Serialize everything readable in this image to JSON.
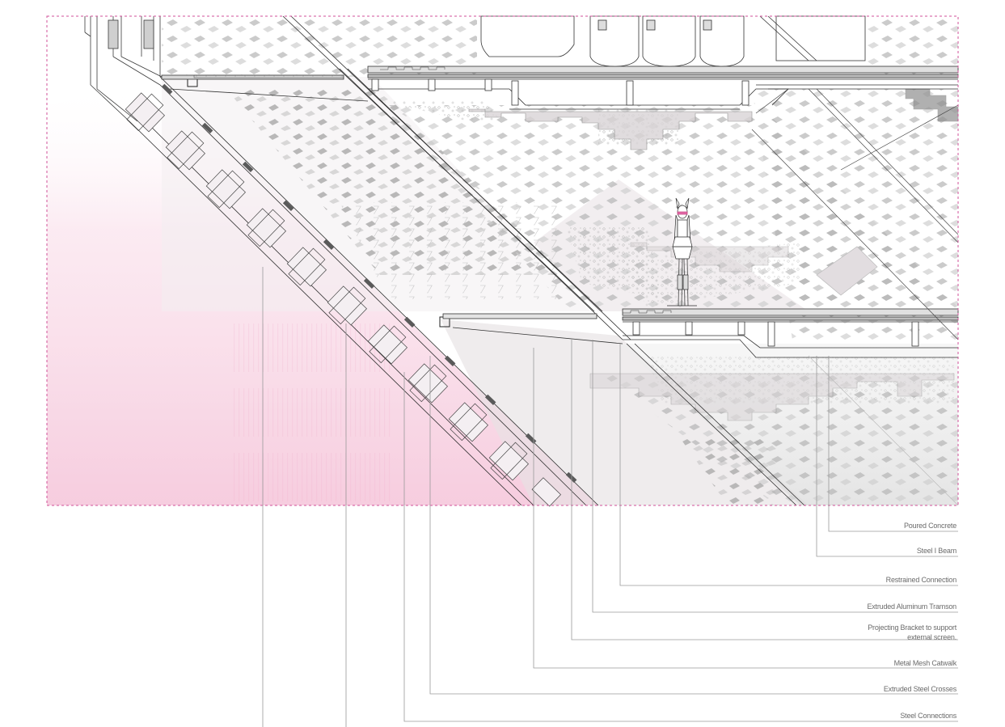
{
  "drawing": {
    "labels": [
      {
        "id": "poured-concrete",
        "text": "Poured Concrete"
      },
      {
        "id": "steel-i-beam",
        "text": "Steel I Beam"
      },
      {
        "id": "restrained-connection",
        "text": "Restrained Connection"
      },
      {
        "id": "extruded-aluminum-tramson",
        "text": "Extruded Aluminum Tramson"
      },
      {
        "id": "projecting-bracket-line1",
        "text": "Projecting Bracket to support"
      },
      {
        "id": "projecting-bracket-line2",
        "text": "external screen."
      },
      {
        "id": "metal-mesh-catwalk",
        "text": "Metal Mesh Catwalk"
      },
      {
        "id": "extruded-steel-crosses",
        "text": "Extruded Steel Crosses"
      },
      {
        "id": "steel-connections",
        "text": "Steel Connections"
      }
    ]
  },
  "colors": {
    "frame_border": "#d0529a",
    "pink_wash": "#f7c9dd",
    "line": "#8a8a8a",
    "dark_line": "#3a3a3a",
    "tile": "#9e9e9e",
    "label_text": "#6b6b6b"
  }
}
